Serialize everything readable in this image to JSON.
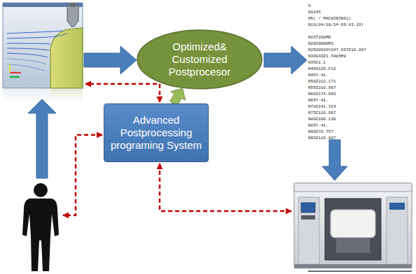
{
  "diagram": {
    "nodes": [
      {
        "text": [
          "Optimized& Customized Postprocesor"
        ]
      },
      {
        "text": [
          "Advanced Postprocessing programing System"
        ]
      }
    ],
    "edges": [
      {
        "from": 1,
        "to": 0,
        "arrow": "to"
      }
    ],
    "labels": [
      "%",
      "O0245",
      "N5( / MACHINING1)",
      "N10(04/18/24-09:43:19)",
      "N15T1D8M6",
      "N20G90S0M3",
      "N25G00X0Y247.057Z10.067",
      "N30G43Z1.5485M8",
      "N35G1.1",
      "N40G1Z0.F12",
      "N45Y-41.",
      "N50Z212.171",
      "N55Z210.067",
      "N60Z174.693",
      "N65Y-41.",
      "N70Z141.314",
      "N75Z110.067",
      "N80Z106.136",
      "N85Y-41.",
      "N90Z70.757",
      "N95Z110.067"
    ]
  }
}
